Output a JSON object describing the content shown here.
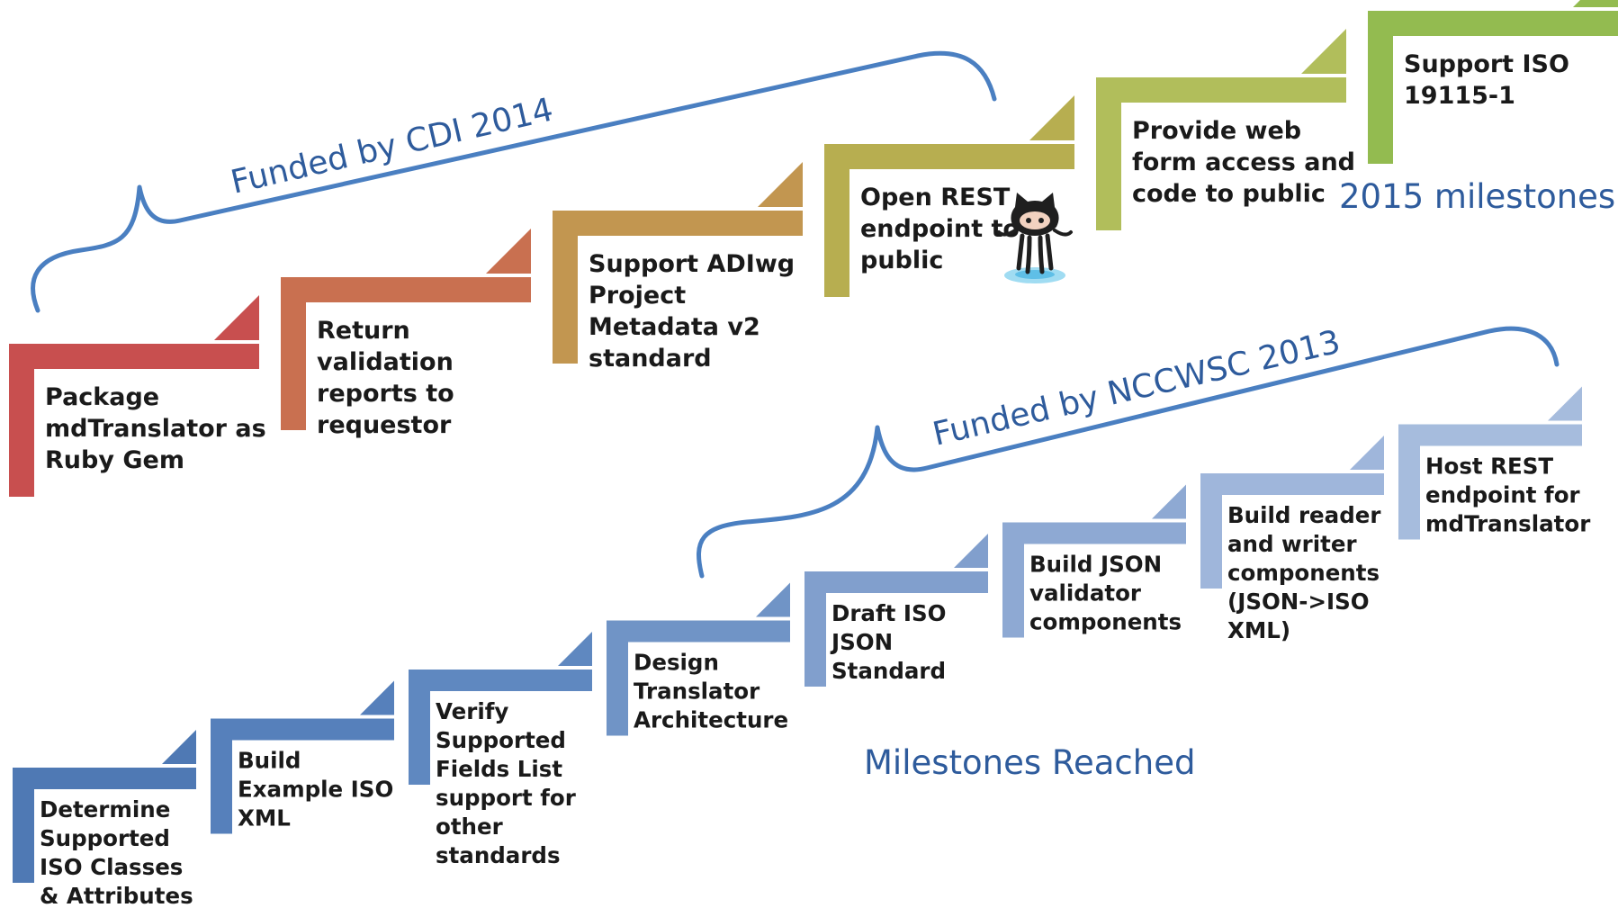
{
  "labels": {
    "funded_2014": "Funded by CDI 2014",
    "funded_2013": "Funded by NCCWSC 2013",
    "milestones_2015": "2015 milestones",
    "milestones_reached": "Milestones Reached"
  },
  "colors": {
    "bracket": "#4a7fc1",
    "label_text": "#2e5b9c",
    "top_steps": [
      "#c84f4f",
      "#c97050",
      "#c29650",
      "#b7ae50",
      "#b1be5b",
      "#93bb50"
    ],
    "bottom_steps": [
      "#4f79b4",
      "#5680bb",
      "#5f88c0",
      "#7094c6",
      "#819fcd",
      "#8ea9d3",
      "#9fb6db",
      "#a6bcdd"
    ]
  },
  "top_steps": [
    {
      "lines": [
        "Package",
        "mdTranslator as",
        "Ruby Gem"
      ]
    },
    {
      "lines": [
        "Return",
        "validation",
        "reports to",
        "requestor"
      ]
    },
    {
      "lines": [
        "Support ADIwg",
        "Project",
        "Metadata v2",
        "standard"
      ]
    },
    {
      "lines": [
        "Open REST",
        "endpoint to",
        "public"
      ]
    },
    {
      "lines": [
        "Provide web",
        "form access and",
        "code to public"
      ]
    },
    {
      "lines": [
        "Support ISO",
        "19115-1"
      ]
    }
  ],
  "bottom_steps": [
    {
      "lines": [
        "Determine",
        "Supported",
        "ISO Classes",
        "& Attributes"
      ]
    },
    {
      "lines": [
        "Build",
        "Example ISO",
        "XML"
      ]
    },
    {
      "lines": [
        "Verify",
        "Supported",
        "Fields List",
        "support for",
        "other",
        "standards"
      ]
    },
    {
      "lines": [
        "Design",
        "Translator",
        "Architecture"
      ]
    },
    {
      "lines": [
        "Draft ISO",
        "JSON",
        "Standard"
      ]
    },
    {
      "lines": [
        "Build JSON",
        "validator",
        "components"
      ]
    },
    {
      "lines": [
        "Build reader",
        "and writer",
        "components",
        "(JSON->ISO",
        "XML)"
      ]
    },
    {
      "lines": [
        "Host REST",
        "endpoint for",
        "mdTranslator"
      ]
    }
  ],
  "icons": {
    "mascot": "github-octocat-icon"
  }
}
